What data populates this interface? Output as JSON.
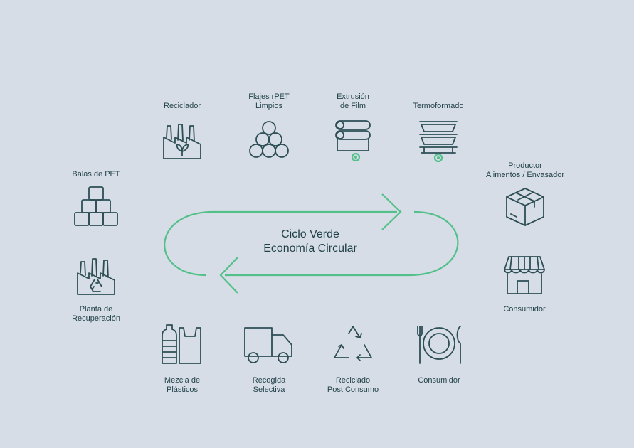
{
  "title_line1": "Ciclo Verde",
  "title_line2": "Economía Circular",
  "nodes": {
    "reciclador": "Reciclador",
    "flajes": "Flajes rPET\nLimpios",
    "extrusion": "Extrusión\nde Film",
    "termoformado": "Termoformado",
    "balas": "Balas de PET",
    "productor": "Productor\nAlimentos / Envasador",
    "planta": "Planta de\nRecuperación",
    "consumidor_tienda": "Consumidor",
    "mezcla": "Mezcla de\nPlásticos",
    "recogida": "Recogida\nSelectiva",
    "reciclado": "Reciclado\nPost Consumo",
    "consumidor_plato": "Consumidor"
  },
  "colors": {
    "background": "#d6dde6",
    "accent": "#53c08a",
    "ink": "#2e4e55"
  }
}
